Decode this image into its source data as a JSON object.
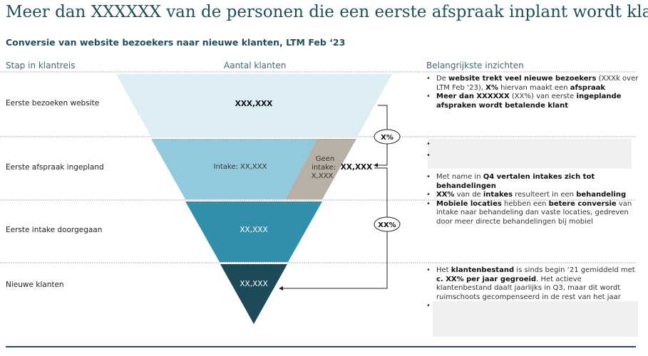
{
  "title": "Meer dan XXXXXX van de personen die een eerste afspraak inplant wordt klant",
  "subtitle": "Conversie van website bezoekers naar nieuwe klanten, LTM Feb ‘23",
  "headers": {
    "stage": "Stap in klantreis",
    "count": "Aantal klanten",
    "insights": "Belangrijkste inzichten"
  },
  "stages": [
    "Eerste bezoeken website",
    "Eerste afspraak ingepland",
    "Eerste intake doorgegaan",
    "Nieuwe klanten"
  ],
  "funnel": {
    "band1": "XXX,XXX",
    "intake": "Intake: XX,XXX",
    "geen_line1": "Geen",
    "geen_line2": "intake:",
    "geen_line3": "X,XXX",
    "band2_total": "XX,XXX",
    "band3": "XX,XXX",
    "band4": "XX,XXX",
    "conv1": "X%",
    "conv2": "XX%",
    "colors": {
      "band1": "#dcedf3",
      "intake": "#92cadd",
      "geen": "#b8b0a4",
      "band3": "#328fab",
      "band4": "#1c4a58"
    }
  },
  "insights": {
    "s1": [
      {
        "parts": [
          "De ",
          "website trekt veel nieuwe bezoekers",
          " (XXXk over LTM Feb ‘23), ",
          "X%",
          " hiervan maakt een ",
          "afspraak"
        ]
      },
      {
        "parts": [
          "Meer dan XXXXXX",
          " (XX%) van eerste ",
          "ingeplande afspraken wordt betalende klant"
        ]
      }
    ],
    "s2": [
      {
        "parts": [
          "Met name in ",
          "Q4 vertalen intakes zich tot behandelingen"
        ]
      },
      {
        "parts": [
          "XX%",
          " van de ",
          "intakes",
          " resulteert in een ",
          "behandeling"
        ]
      },
      {
        "parts": [
          "Mobiele locaties",
          " hebben een ",
          "betere conversie",
          " van intake naar behandeling dan vaste locaties, gedreven door meer directe behandelingen bij mobiel"
        ]
      }
    ],
    "s4": [
      {
        "parts": [
          "Het ",
          "klantenbestand",
          " is sinds begin ‘21 gemiddeld met ",
          "c. XX% per jaar gegroeid",
          ". Het actieve klantenbestand daalt jaarlijks in Q3, maar dit wordt ruimschoots gecompenseerd in de rest van het jaar"
        ]
      }
    ]
  }
}
